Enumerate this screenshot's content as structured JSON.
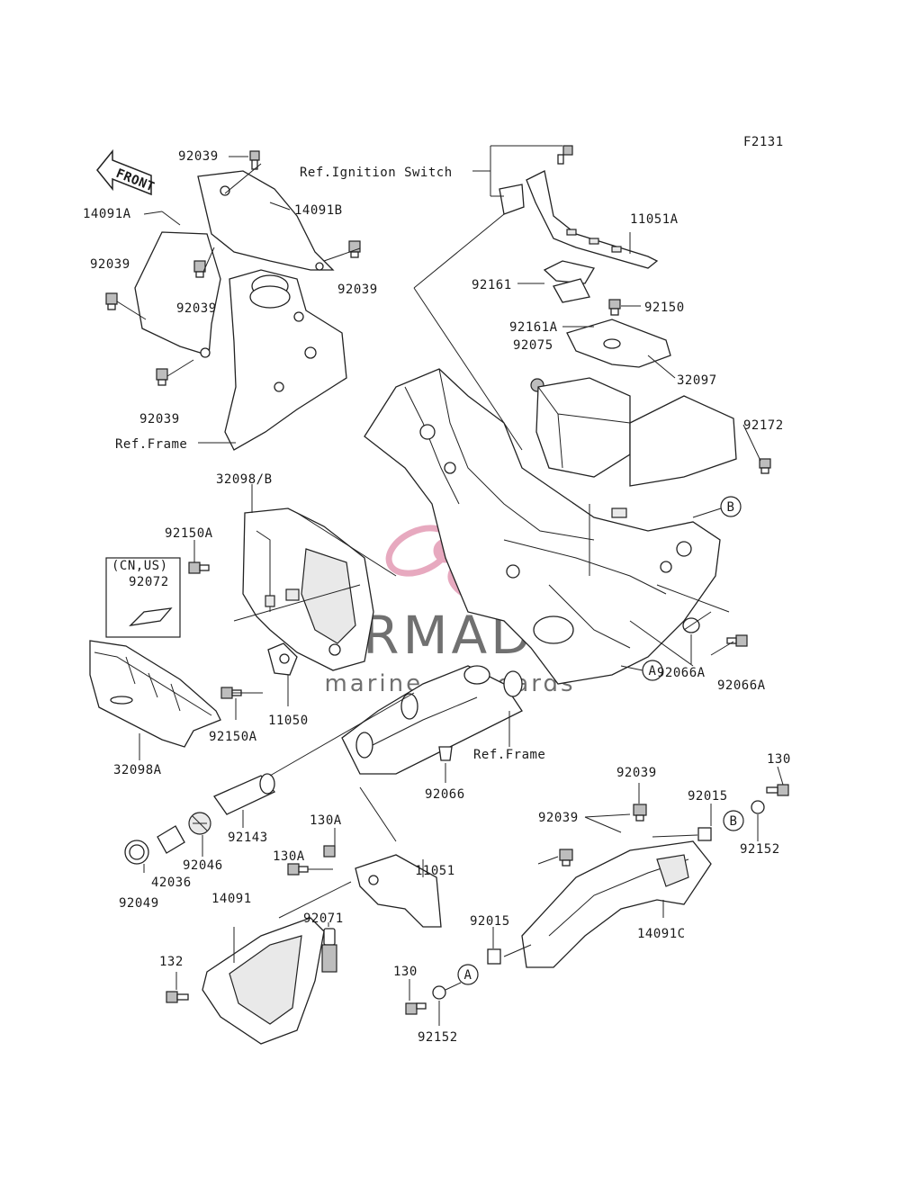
{
  "figure_code": "F2131",
  "front_arrow_label": "FRONT",
  "watermark": {
    "brand": "ARMADA",
    "tagline": "marine outboards",
    "logo_color": "#e39bb4"
  },
  "references": {
    "ignition_switch": "Ref.Ignition Switch",
    "frame_upper": "Ref.Frame",
    "frame_lower": "Ref.Frame"
  },
  "connectors": {
    "a": "A",
    "b": "B"
  },
  "labels": {
    "p92039_top": "92039",
    "p14091B": "14091B",
    "p14091A": "14091A",
    "p92039_left": "92039",
    "p92039_mid": "92039",
    "p92039_right": "92039",
    "p92039_bottom": "92039",
    "p11051A": "11051A",
    "p92161": "92161",
    "p92150": "92150",
    "p92161A": "92161A",
    "p92075": "92075",
    "p32097": "32097",
    "p92172": "92172",
    "p32098B": "32098/B",
    "p92150A_top": "92150A",
    "cn_us": "(CN,US)",
    "p92072": "92072",
    "p11050": "11050",
    "p92150A_bottom": "92150A",
    "p32098A": "32098A",
    "p92066A_1": "92066A",
    "p92066A_2": "92066A",
    "p92066": "92066",
    "p92143": "92143",
    "p92046": "92046",
    "p42036": "42036",
    "p92049": "92049",
    "p130A_1": "130A",
    "p130A_2": "130A",
    "p11051": "11051",
    "p92071": "92071",
    "p14091": "14091",
    "p132": "132",
    "p130_top": "130",
    "p92039_lr1": "92039",
    "p92039_lr2": "92039",
    "p92015_top": "92015",
    "p92152_right": "92152",
    "p14091C": "14091C",
    "p92015_bottom": "92015",
    "p130_bottom": "130",
    "p92152_bottom": "92152"
  }
}
